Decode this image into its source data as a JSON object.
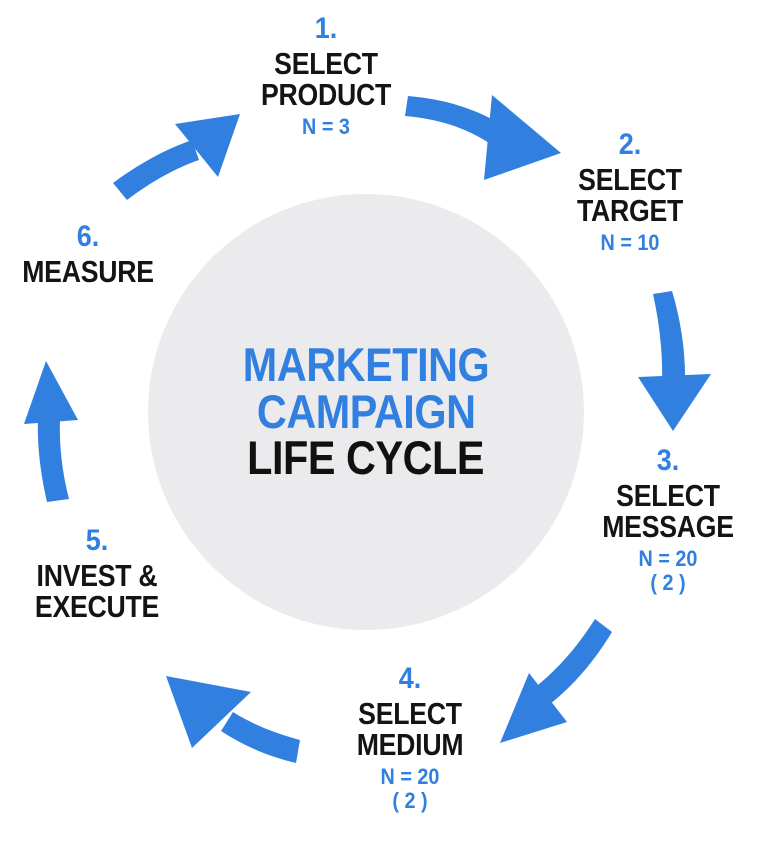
{
  "diagram": {
    "title_lines": [
      {
        "text": "MARKETING",
        "color": "#3180e0"
      },
      {
        "text": "CAMPAIGN",
        "color": "#3180e0"
      },
      {
        "text": "LIFE CYCLE",
        "color": "#111111"
      }
    ],
    "hub_fill": "#ebebed",
    "accent_color": "#3180e0",
    "text_color": "#141414",
    "background": "#ffffff",
    "steps": [
      {
        "num": "1.",
        "label_line1": "SELECT",
        "label_line2": "PRODUCT",
        "n": "N = 3",
        "sub": ""
      },
      {
        "num": "2.",
        "label_line1": "SELECT",
        "label_line2": "TARGET",
        "n": "N = 10",
        "sub": ""
      },
      {
        "num": "3.",
        "label_line1": "SELECT",
        "label_line2": "MESSAGE",
        "n": "N = 20",
        "sub": "( 2 )"
      },
      {
        "num": "4.",
        "label_line1": "SELECT",
        "label_line2": "MEDIUM",
        "n": "N = 20",
        "sub": "( 2 )"
      },
      {
        "num": "5.",
        "label_line1": "INVEST &",
        "label_line2": "EXECUTE",
        "n": "",
        "sub": ""
      },
      {
        "num": "6.",
        "label_line1": "MEASURE",
        "label_line2": "",
        "n": "",
        "sub": ""
      }
    ],
    "arrows": [
      {
        "name": "arrow-1-to-2",
        "from": "1",
        "to": "2"
      },
      {
        "name": "arrow-2-to-3",
        "from": "2",
        "to": "3"
      },
      {
        "name": "arrow-3-to-4",
        "from": "3",
        "to": "4"
      },
      {
        "name": "arrow-4-to-5",
        "from": "4",
        "to": "5"
      },
      {
        "name": "arrow-5-to-6",
        "from": "5",
        "to": "6"
      },
      {
        "name": "arrow-6-to-1",
        "from": "6",
        "to": "1"
      }
    ]
  }
}
